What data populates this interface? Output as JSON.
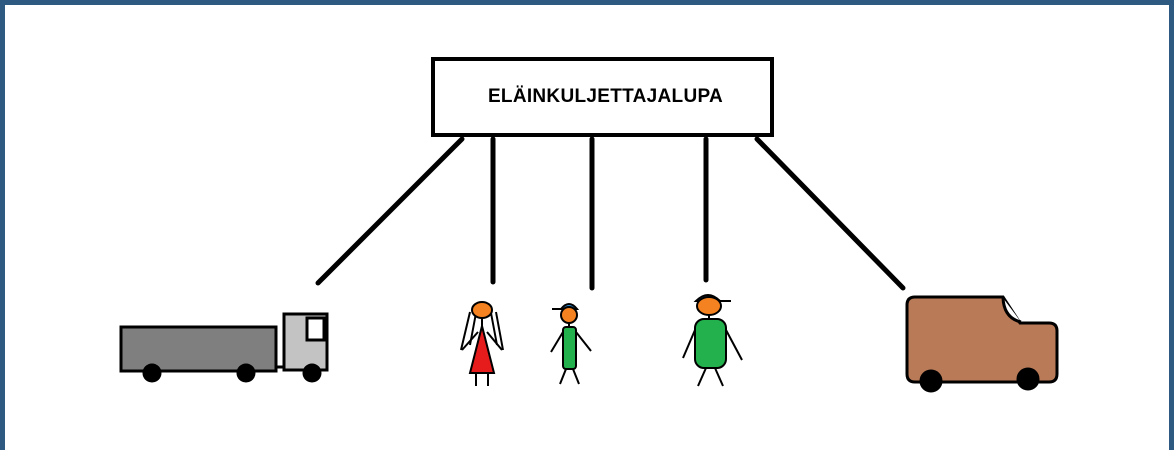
{
  "diagram": {
    "title": "ELÄINKULJETTAJALUPA",
    "colors": {
      "frame": "#2e5a82",
      "line": "#000000",
      "truck_body": "#7f7f7f",
      "truck_cab": "#c3c3c3",
      "van_body": "#b97a57",
      "skin": "#f58220",
      "dress": "#e61c1c",
      "shirt": "#22b14c",
      "cap": "#2f8fd8"
    },
    "nodes": [
      {
        "name": "truck",
        "icon": "truck-icon"
      },
      {
        "name": "woman",
        "icon": "woman-figure-icon"
      },
      {
        "name": "child",
        "icon": "child-figure-icon"
      },
      {
        "name": "man",
        "icon": "man-figure-icon"
      },
      {
        "name": "van",
        "icon": "van-icon"
      }
    ]
  }
}
